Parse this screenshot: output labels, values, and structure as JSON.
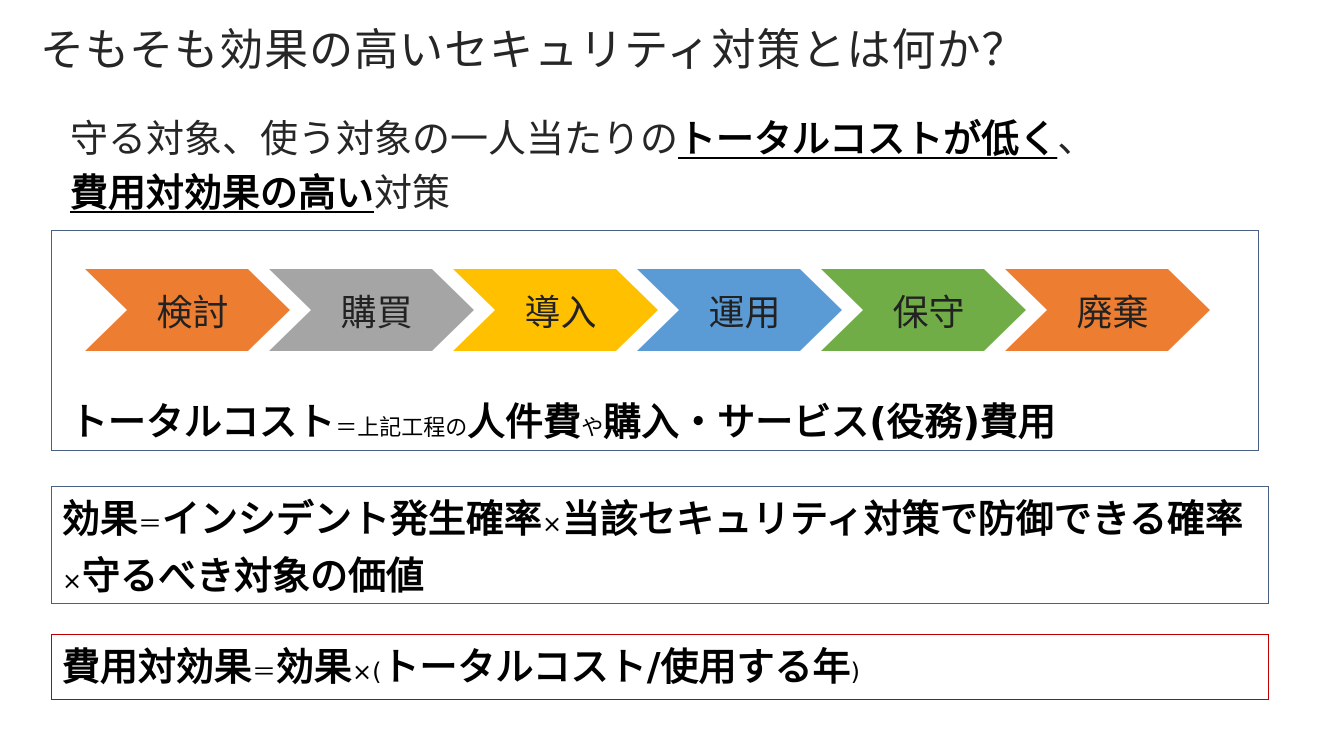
{
  "title": "そもそも効果の高いセキュリティ対策とは何か？",
  "subtitle": {
    "part1": "守る対象、使う対象の一人当たりの",
    "em1": "トータルコストが低く",
    "part2": "、",
    "em2": "費用対効果の高い",
    "part3": "対策"
  },
  "process": {
    "steps": [
      {
        "label": "検討",
        "color": "#ed7d31"
      },
      {
        "label": "購買",
        "color": "#a5a5a5"
      },
      {
        "label": "導入",
        "color": "#ffc000"
      },
      {
        "label": "運用",
        "color": "#5b9bd5"
      },
      {
        "label": "保守",
        "color": "#70ad47"
      },
      {
        "label": "廃棄",
        "color": "#ed7d31"
      }
    ]
  },
  "total_cost": {
    "term": "トータルコスト",
    "eq": "＝上記工程の",
    "item1": "人件費",
    "ya": "や",
    "item2": "購入・サービス(役務)費用"
  },
  "effect": {
    "term": "効果",
    "eq": "＝",
    "f1": "インシデント発生確率",
    "times1": "×",
    "f2": "当該セキュリティ対策で防御できる確率",
    "times2": "×",
    "f3": "守るべき対象の価値"
  },
  "cost_effect": {
    "term": "費用対効果",
    "eq": "＝",
    "f1": "効果",
    "times": "×(",
    "f2": "トータルコスト/使用する年",
    "close": ")"
  }
}
